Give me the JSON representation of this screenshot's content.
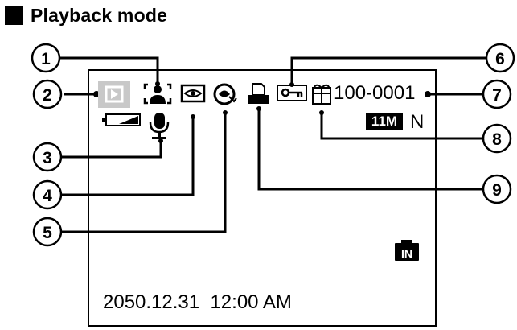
{
  "heading": {
    "title": "Playback mode"
  },
  "callouts": [
    "1",
    "2",
    "3",
    "4",
    "5",
    "6",
    "7",
    "8",
    "9"
  ],
  "screen": {
    "frame_number": "100-0001",
    "quality_size": "11M",
    "quality_mode": "N",
    "memory_badge": "IN",
    "datetime": "2050.12.31  12:00 AM"
  },
  "colors": {
    "ink": "#000000",
    "playback_highlight": "#c8c8c8",
    "background": "#ffffff"
  },
  "icons": [
    "playback-mode-icon",
    "face-detection-icon",
    "battery-icon",
    "voice-memo-icon",
    "red-eye-icon",
    "protect-icon",
    "gift-icon",
    "print-order-icon",
    "favorites-icon",
    "internal-memory-icon"
  ]
}
